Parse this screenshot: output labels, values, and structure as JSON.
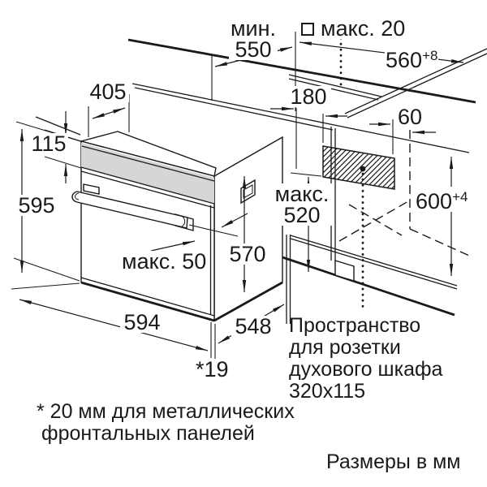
{
  "drawing": {
    "title_implicit": "Схема встраивания духового шкафа",
    "dims": {
      "min_word": "мин.",
      "min_value": "550",
      "square_note": "макс. 20",
      "top_width": "560",
      "top_width_tol": "+8",
      "oven_top_depth": "405",
      "panel_height": "115",
      "oven_height": "595",
      "socket_offset_left": "180",
      "socket_offset_right": "60",
      "niche_height": "600",
      "niche_height_tol": "+4",
      "max_word": "макс.",
      "max_value": "520",
      "handle_gap": "макс. 50",
      "body_height": "570",
      "oven_width": "594",
      "oven_depth": "548",
      "front_panel_offset": "*19"
    },
    "socket_note": [
      "Пространство",
      "для розетки",
      "духового шкафа",
      "320x115"
    ],
    "footnote": [
      "* 20 мм для металлических",
      "фронтальных панелей"
    ],
    "units_note": "Размеры в мм",
    "colors": {
      "line": "#1a1a1a",
      "panel_fill": "#d6d6d6",
      "background": "#ffffff"
    }
  }
}
